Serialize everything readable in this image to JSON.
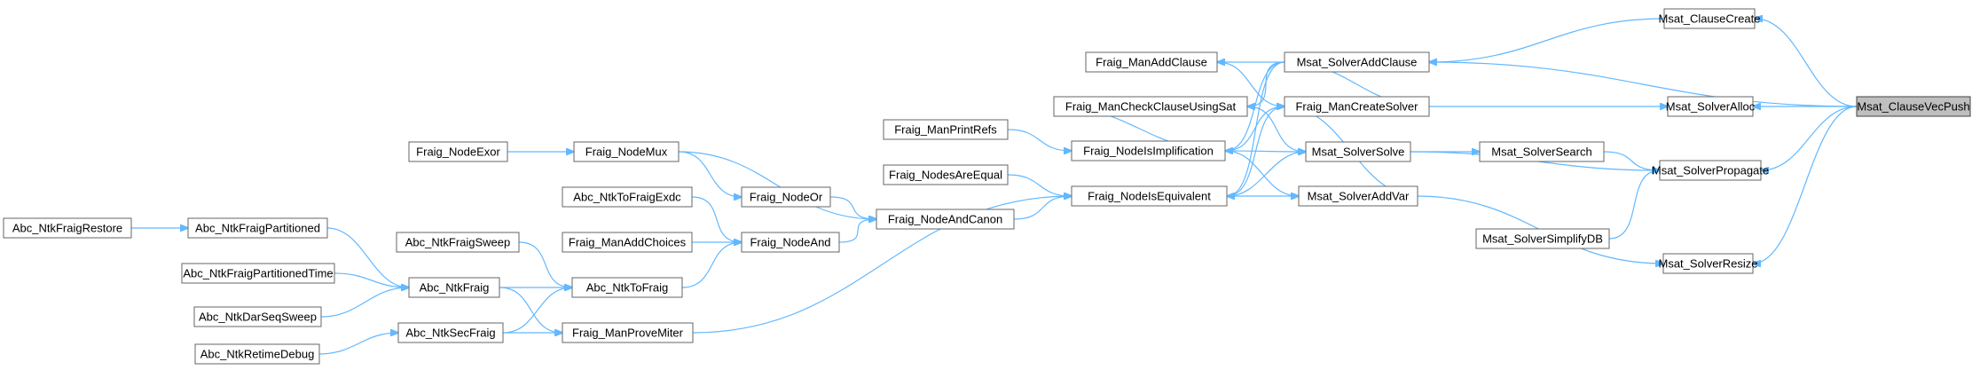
{
  "colors": {
    "edge": "#63b8ff",
    "node_border": "#666666",
    "highlight_fill": "#bfbfbf"
  },
  "nodes": [
    {
      "id": "n0",
      "label": "Msat_ClauseVecPush",
      "highlight": true
    },
    {
      "id": "n1",
      "label": "Msat_ClauseCreate"
    },
    {
      "id": "n2",
      "label": "Msat_SolverAddClause"
    },
    {
      "id": "n3",
      "label": "Fraig_ManAddClause"
    },
    {
      "id": "n4",
      "label": "Fraig_ManCheckClauseUsingSat"
    },
    {
      "id": "n5",
      "label": "Fraig_NodeIsImplification"
    },
    {
      "id": "n6",
      "label": "Fraig_ManPrintRefs"
    },
    {
      "id": "n7",
      "label": "Fraig_NodeIsEquivalent"
    },
    {
      "id": "n8",
      "label": "Fraig_NodesAreEqual"
    },
    {
      "id": "n9",
      "label": "Fraig_NodeAndCanon"
    },
    {
      "id": "n10",
      "label": "Fraig_NodeMux"
    },
    {
      "id": "n11",
      "label": "Fraig_NodeExor"
    },
    {
      "id": "n12",
      "label": "Fraig_NodeOr"
    },
    {
      "id": "n13",
      "label": "Fraig_NodeAnd"
    },
    {
      "id": "n14",
      "label": "Abc_NtkToFraigExdc"
    },
    {
      "id": "n15",
      "label": "Fraig_ManAddChoices"
    },
    {
      "id": "n16",
      "label": "Abc_NtkToFraig"
    },
    {
      "id": "n17",
      "label": "Abc_NtkFraigSweep"
    },
    {
      "id": "n18",
      "label": "Abc_NtkFraig"
    },
    {
      "id": "n19",
      "label": "Abc_NtkFraigPartitioned"
    },
    {
      "id": "n20",
      "label": "Abc_NtkFraigRestore"
    },
    {
      "id": "n21",
      "label": "Abc_NtkFraigPartitionedTime"
    },
    {
      "id": "n22",
      "label": "Abc_NtkDarSeqSweep"
    },
    {
      "id": "n23",
      "label": "Fraig_ManProveMiter"
    },
    {
      "id": "n24",
      "label": "Abc_NtkSecFraig"
    },
    {
      "id": "n25",
      "label": "Abc_NtkRetimeDebug"
    },
    {
      "id": "n26",
      "label": "Fraig_ManCreateSolver"
    },
    {
      "id": "n27",
      "label": "Msat_SolverSolve"
    },
    {
      "id": "n28",
      "label": "Msat_SolverAddVar"
    },
    {
      "id": "n29",
      "label": "Msat_SolverAlloc"
    },
    {
      "id": "n30",
      "label": "Msat_SolverPropagate"
    },
    {
      "id": "n31",
      "label": "Msat_SolverSearch"
    },
    {
      "id": "n32",
      "label": "Msat_SolverSimplifyDB"
    },
    {
      "id": "n33",
      "label": "Msat_SolverResize"
    }
  ],
  "edges": [
    [
      "n1",
      "n0"
    ],
    [
      "n2",
      "n0"
    ],
    [
      "n29",
      "n0"
    ],
    [
      "n30",
      "n0"
    ],
    [
      "n33",
      "n0"
    ],
    [
      "n2",
      "n1"
    ],
    [
      "n3",
      "n2"
    ],
    [
      "n4",
      "n2"
    ],
    [
      "n5",
      "n2"
    ],
    [
      "n7",
      "n2"
    ],
    [
      "n26",
      "n2"
    ],
    [
      "n5",
      "n6"
    ],
    [
      "n5",
      "n4"
    ],
    [
      "n7",
      "n8"
    ],
    [
      "n7",
      "n9"
    ],
    [
      "n7",
      "n23"
    ],
    [
      "n9",
      "n12"
    ],
    [
      "n9",
      "n13"
    ],
    [
      "n9",
      "n10"
    ],
    [
      "n10",
      "n11"
    ],
    [
      "n12",
      "n10"
    ],
    [
      "n13",
      "n14"
    ],
    [
      "n13",
      "n15"
    ],
    [
      "n13",
      "n16"
    ],
    [
      "n16",
      "n17"
    ],
    [
      "n16",
      "n18"
    ],
    [
      "n16",
      "n24"
    ],
    [
      "n18",
      "n19"
    ],
    [
      "n18",
      "n21"
    ],
    [
      "n18",
      "n22"
    ],
    [
      "n19",
      "n20"
    ],
    [
      "n23",
      "n18"
    ],
    [
      "n23",
      "n24"
    ],
    [
      "n24",
      "n25"
    ],
    [
      "n26",
      "n3"
    ],
    [
      "n26",
      "n5"
    ],
    [
      "n26",
      "n7"
    ],
    [
      "n27",
      "n4"
    ],
    [
      "n27",
      "n5"
    ],
    [
      "n27",
      "n7"
    ],
    [
      "n28",
      "n26"
    ],
    [
      "n28",
      "n5"
    ],
    [
      "n28",
      "n7"
    ],
    [
      "n29",
      "n26"
    ],
    [
      "n30",
      "n27"
    ],
    [
      "n30",
      "n31"
    ],
    [
      "n30",
      "n32"
    ],
    [
      "n31",
      "n27"
    ],
    [
      "n33",
      "n28"
    ]
  ]
}
